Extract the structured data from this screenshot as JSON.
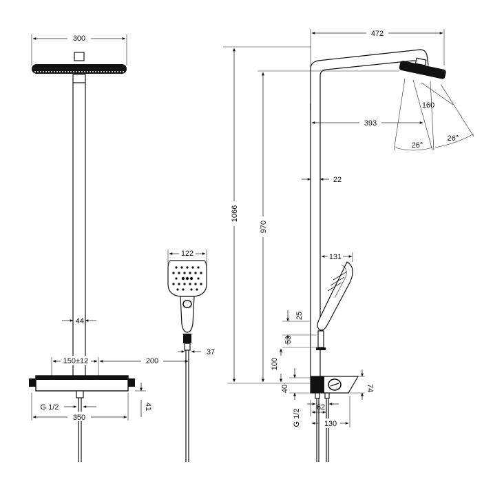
{
  "drawing": {
    "front_view": {
      "head_width": "300",
      "pipe_width": "44",
      "center_distance": "150±12",
      "thermostat_width": "350",
      "outlet_offset": "200",
      "thread": "G 1/2",
      "thermostat_height": "41"
    },
    "hand_shower": {
      "head_width": "122",
      "holder_depth": "37"
    },
    "side_view": {
      "arm_reach": "472",
      "head_offset": "393",
      "spray_dia": "160",
      "angle_left": "26°",
      "angle_right": "26°",
      "pipe_width": "22",
      "total_height": "1066",
      "head_height": "970",
      "hand_reach": "131",
      "holder_gap": "25",
      "holder_height": "53",
      "lower_height": "100",
      "inlet_height": "40",
      "thermostat_depth": "74",
      "thread": "G 1/2",
      "inlet_spacing": "62",
      "body_depth": "130"
    }
  }
}
